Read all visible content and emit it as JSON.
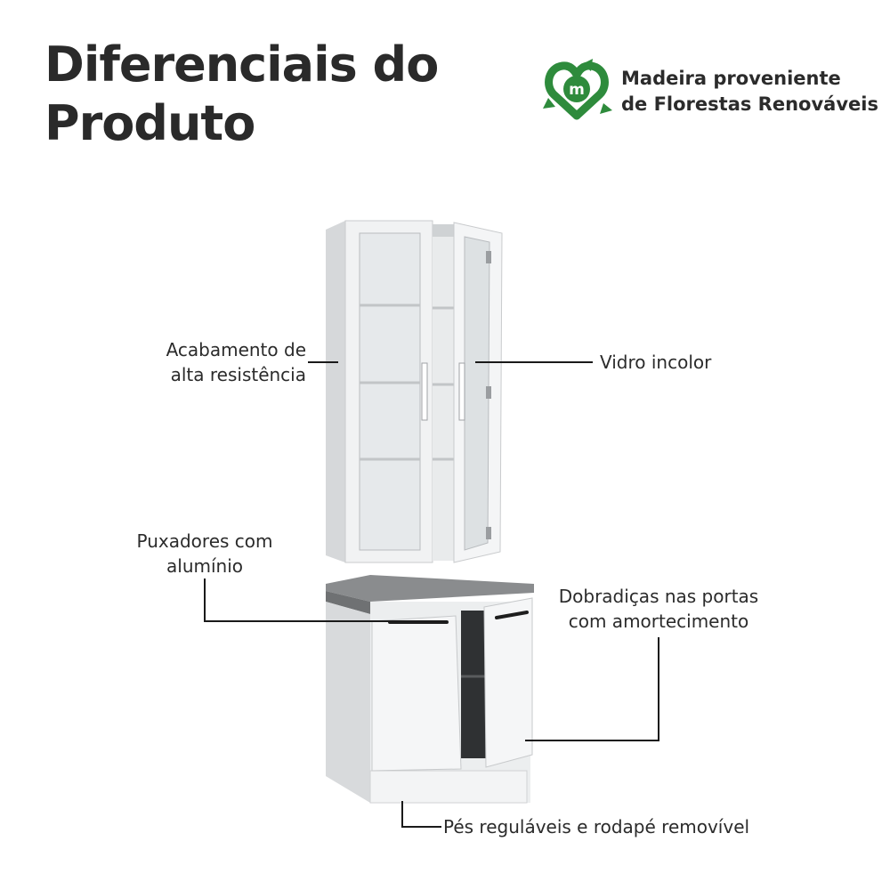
{
  "header": {
    "title_line1": "Diferenciais do",
    "title_line2": "Produto"
  },
  "badge": {
    "icon": "recycle-heart-icon",
    "letter": "m",
    "line1": "Madeira proveniente",
    "line2": "de Florestas Renováveis",
    "color": "#2e8b3c"
  },
  "callouts": {
    "finish": {
      "line1": "Acabamento de",
      "line2": "alta resistência"
    },
    "glass": {
      "line1": "Vidro incolor"
    },
    "handles": {
      "line1": "Puxadores com",
      "line2": "alumínio"
    },
    "hinges": {
      "line1": "Dobradiças nas portas",
      "line2": "com amortecimento"
    },
    "feet": {
      "line1": "Pés reguláveis e rodapé removível"
    }
  }
}
